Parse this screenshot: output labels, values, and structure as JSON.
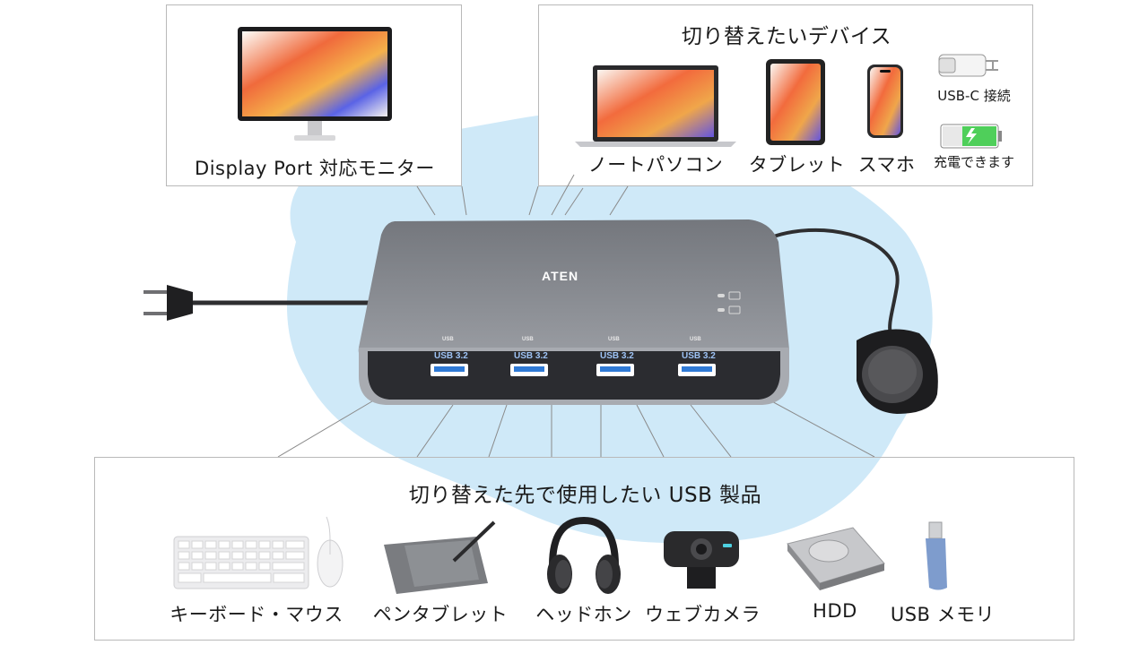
{
  "colors": {
    "blob": "#cfe9f8",
    "device_body": "#8b8e95",
    "device_face": "#2b2c30",
    "usb_blue": "#2f7ad6",
    "battery_green": "#4fcf5a",
    "box_border": "#b9b9b9"
  },
  "monitor_panel": {
    "label": "Display Port 対応モニター"
  },
  "devices_panel": {
    "title": "切り替えたいデバイス",
    "items": [
      {
        "label": "ノートパソコン",
        "icon": "laptop-icon"
      },
      {
        "label": "タブレット",
        "icon": "tablet-icon"
      },
      {
        "label": "スマホ",
        "icon": "smartphone-icon"
      }
    ],
    "usb_c_label": "USB-C 接続",
    "charging_label": "充電できます"
  },
  "switch_device": {
    "brand": "ATEN",
    "front_ports": [
      {
        "top": "USB",
        "face": "USB 3.2"
      },
      {
        "top": "USB",
        "face": "USB 3.2"
      },
      {
        "top": "USB",
        "face": "USB 3.2"
      },
      {
        "top": "USB",
        "face": "USB 3.2"
      }
    ]
  },
  "usb_panel": {
    "title": "切り替えた先で使用したい USB 製品",
    "items": [
      {
        "label": "キーボード・マウス",
        "icon": "keyboard-mouse-icon"
      },
      {
        "label": "ペンタブレット",
        "icon": "pen-tablet-icon"
      },
      {
        "label": "ヘッドホン",
        "icon": "headphones-icon"
      },
      {
        "label": "ウェブカメラ",
        "icon": "webcam-icon"
      },
      {
        "label": "HDD",
        "icon": "hdd-icon"
      },
      {
        "label": "USB メモリ",
        "icon": "usb-memory-icon"
      }
    ]
  }
}
